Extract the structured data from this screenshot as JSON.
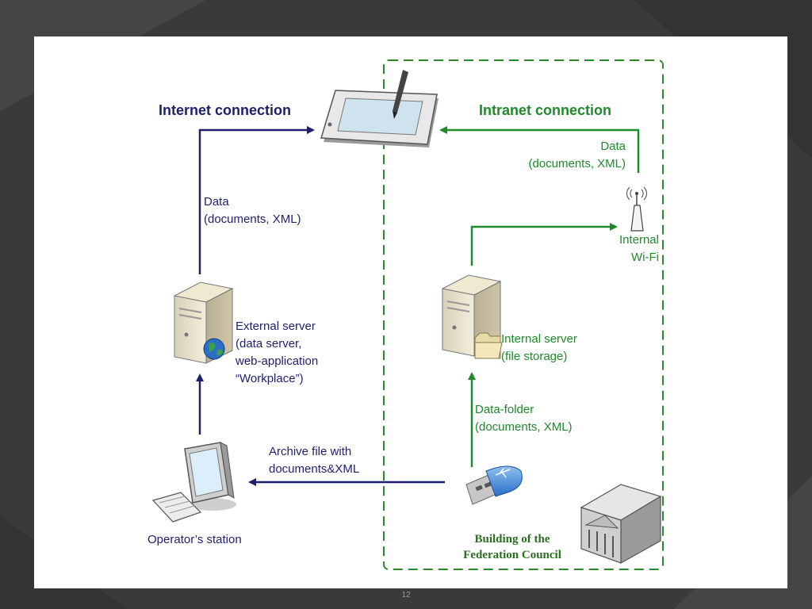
{
  "headings": {
    "internet": "Internet connection",
    "intranet": "Intranet connection"
  },
  "labels": {
    "data_internet": "Data\n(documents, XML)",
    "data_intranet": "Data\n(documents, XML)",
    "internal_wifi": "Internal\nWi-Fi",
    "external_server": "External server\n(data server,\nweb-application\n“Workplace”)",
    "internal_server": "Internal server\n(file storage)",
    "data_folder": "Data-folder\n(documents, XML)",
    "archive_file": "Archive file with\ndocuments&XML",
    "operator_station": "Operator’s station",
    "building": "Building of the\nFederation Council"
  },
  "page_number": "12",
  "colors": {
    "internet_flow": "#1f1f6e",
    "intranet_flow": "#1f8a2a",
    "intranet_boundary": "#2a8a2a",
    "background": "#3a3a3a"
  },
  "icons": [
    "tablet-icon",
    "wifi-antenna-icon",
    "external-server-icon",
    "globe-icon",
    "internal-server-icon",
    "folder-icon",
    "usb-drive-icon",
    "computer-icon",
    "building-icon"
  ]
}
